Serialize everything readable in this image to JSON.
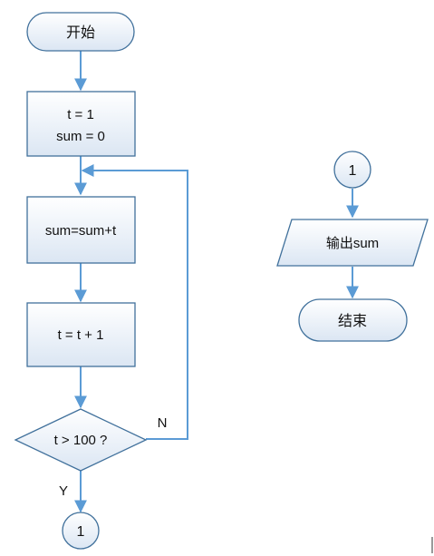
{
  "flowchart": {
    "start_label": "开始",
    "init_line1": "t = 1",
    "init_line2": "sum = 0",
    "accumulate_label": "sum=sum+t",
    "increment_label": "t = t + 1",
    "decision_label": "t > 100 ?",
    "no_label": "N",
    "yes_label": "Y",
    "connector_out_label": "1",
    "connector_in_label": "1",
    "output_label": "输出sum",
    "end_label": "结束"
  },
  "colors": {
    "shape_stroke": "#41719c",
    "shape_fill": "#ffffff",
    "connector_line": "#5b9bd5",
    "gradient_top": "#ffffff",
    "gradient_bottom": "#dbe6f3"
  }
}
